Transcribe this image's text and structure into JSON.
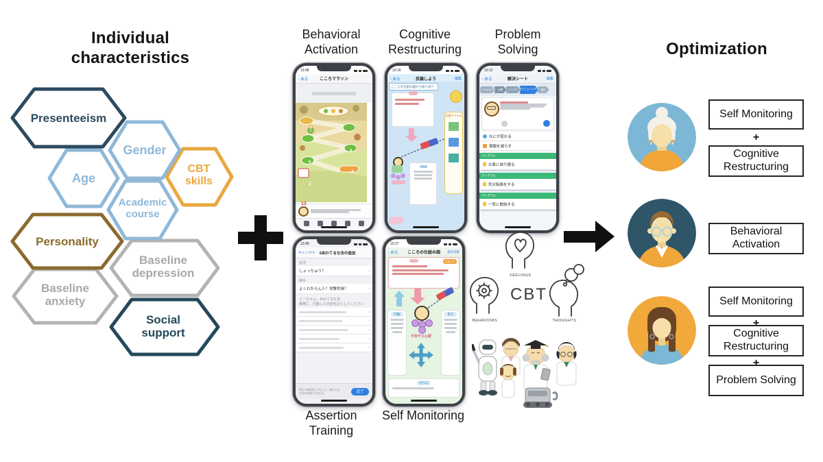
{
  "left": {
    "title": "Individual characteristics",
    "hexagons": [
      {
        "label": "Presenteeism",
        "color": "#2d4a5e"
      },
      {
        "label": "Gender",
        "color": "#8fb8d8"
      },
      {
        "label": "Age",
        "color": "#8fb8d8"
      },
      {
        "label": "CBT skills",
        "color": "#e9a83f"
      },
      {
        "label": "Academic course",
        "color": "#8fb8d8"
      },
      {
        "label": "Personality",
        "color": "#8a6b2e"
      },
      {
        "label": "Baseline depression",
        "color": "#b3b3b3"
      },
      {
        "label": "Baseline anxiety",
        "color": "#b3b3b3"
      },
      {
        "label": "Social support",
        "color": "#24485a"
      }
    ]
  },
  "modules": {
    "top": [
      "Behavioral Activation",
      "Cognitive Restructuring",
      "Problem Solving"
    ],
    "bottom": [
      "Assertion Training",
      "Self Monitoring"
    ]
  },
  "phones": {
    "behavioral_activation": {
      "time": "13:08",
      "back": "戻る",
      "title": "こころマラソン",
      "badge": "13",
      "nodes": [
        "2",
        "4",
        "6",
        "8"
      ]
    },
    "cognitive_restructuring": {
      "time": "10:16",
      "back": "戻る",
      "edit": "編集",
      "title": "反論しよう",
      "chip": "こころの仕組み図から振り返り",
      "sidebar_title": "反論アイテム"
    },
    "problem_solving": {
      "time": "10:12",
      "back": "戻る",
      "edit": "編集",
      "title": "解決シート",
      "steps": [
        "ふりかえり",
        "目標",
        "アイデア",
        "アクションプラン",
        "実行"
      ],
      "rows": [
        "なにが変わる",
        "宿題を減らす"
      ],
      "idea_headers": [
        "アイデア1",
        "アイデア2",
        "アイデア3"
      ],
      "ideas": [
        "お家に帰り寝る",
        "気分転換をする",
        "一気に勉強する"
      ]
    },
    "assertion_training": {
      "time": "13:09",
      "cancel": "キャンセル",
      "title": "6あわてるな法の追加",
      "section_situation": "状況",
      "situation_value": "しょっちゅう？",
      "section_partner": "相手",
      "partner_value": "よくわからん人？攻撃気味？",
      "section_entry_title": "じーちゃん、あわてるな法",
      "section_entry_hint": "実際に、行動した内容を記入してください",
      "footer_note": "残りの項目を入力して、あわてるな法を作成できます。",
      "done": "完了"
    },
    "self_monitoring": {
      "time": "15:27",
      "back": "戻る",
      "toggle": "表示切替",
      "title": "こころの仕組み図",
      "event_tag": "できごと",
      "feeling_label": "不安やら心配",
      "behavior_label": "行動",
      "thought_label": "考え",
      "body_label": "からだ"
    }
  },
  "cbt": {
    "title": "CBT",
    "feelings": "FEELINGS",
    "behaviors": "BEHAVIORS",
    "thoughts": "THOUGHTS"
  },
  "right": {
    "title": "Optimization",
    "plus": "+",
    "profiles": [
      {
        "avatar": "elderly-woman",
        "treatments": [
          "Self Monitoring",
          "Cognitive Restructuring"
        ]
      },
      {
        "avatar": "man-with-glasses",
        "treatments": [
          "Behavioral Activation"
        ]
      },
      {
        "avatar": "young-woman",
        "treatments": [
          "Self Monitoring",
          "Cognitive Restructuring",
          "Problem Solving"
        ]
      }
    ]
  },
  "colors": {
    "accent_blue": "#8fb8d8",
    "accent_dark": "#2d4a5e",
    "accent_orange": "#e9a83f",
    "accent_brown": "#8a6b2e",
    "accent_gray": "#b3b3b3",
    "avatar_bg_blue": "#7db7d6",
    "avatar_bg_teal": "#2e5568",
    "avatar_bg_orange": "#f2a93b",
    "ios_blue": "#2f7fe0",
    "idea_green": "#3cb878"
  }
}
